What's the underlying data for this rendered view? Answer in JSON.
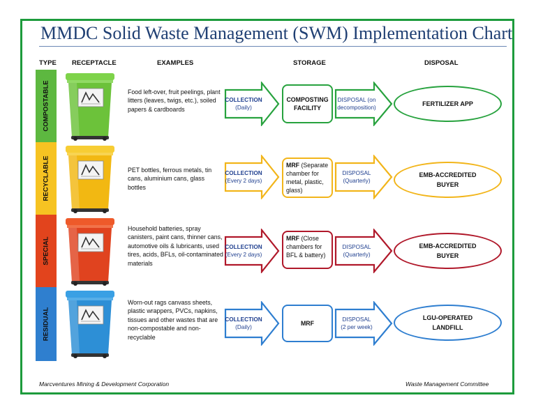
{
  "title": "MMDC Solid Waste Management (SWM) Implementation Chart",
  "headers": {
    "type": "TYPE",
    "receptacle": "RECEPTACLE",
    "examples": "EXAMPLES",
    "storage": "STORAGE",
    "disposal": "DISPOSAL"
  },
  "rows": [
    {
      "type": "COMPOSTABLE",
      "color": "#5db840",
      "bin_body": "#6cc23a",
      "bin_lid": "#7ed34a",
      "examples": "Food left-over, fruit peelings, plant litters (leaves, twigs, etc.), soiled papers & cardboards",
      "collection_label": "COLLECTION",
      "collection_freq": "(Daily)",
      "storage_bold": "COMPOSTING FACILITY",
      "storage_rest": "",
      "disposal_label": "DISPOSAL (on decomposition)",
      "disposal_freq": "",
      "destination": "FERTILIZER APP",
      "outline": "#27a23e"
    },
    {
      "type": "RECYCLABLE",
      "color": "#f6c322",
      "bin_body": "#f2b812",
      "bin_lid": "#f7cd34",
      "examples": "PET bottles, ferrous metals, tin cans, aluminium cans, glass bottles",
      "collection_label": "COLLECTION",
      "collection_freq": "(Every 2 days)",
      "storage_bold": "MRF",
      "storage_rest": " (Separate chamber for metal, plastic, glass)",
      "disposal_label": "DISPOSAL",
      "disposal_freq": "(Quarterly)",
      "destination": "EMB-ACCREDITED BUYER",
      "outline": "#f2b51a"
    },
    {
      "type": "SPECIAL",
      "color": "#e2441d",
      "bin_body": "#e0431f",
      "bin_lid": "#ee5a2a",
      "examples": "Household batteries, spray canisters, paint cans, thinner cans, automotive oils & lubricants, used tires, acids, BFLs, oil-contaminated materials",
      "collection_label": "COLLECTION",
      "collection_freq": "(Every 2 days)",
      "storage_bold": "MRF",
      "storage_rest": " (Close chambers for BFL & battery)",
      "disposal_label": "DISPOSAL",
      "disposal_freq": "(Quarterly)",
      "destination": "EMB-ACCREDITED BUYER",
      "outline": "#b0182a"
    },
    {
      "type": "RESIDUAL",
      "color": "#2f7fcf",
      "bin_body": "#2d8fd6",
      "bin_lid": "#3aa0e4",
      "examples": "Worn-out rags canvass sheets, plastic wrappers, PVCs, napkins, tissues and other wastes that are non-compostable and non-recyclable",
      "collection_label": "COLLECTION",
      "collection_freq": "(Daily)",
      "storage_bold": "MRF",
      "storage_rest": "",
      "disposal_label": "DISPOSAL",
      "disposal_freq": "(2 per week)",
      "destination": "LGU-OPERATED LANDFILL",
      "outline": "#2e7ed0"
    }
  ],
  "footer": {
    "left": "Marcventures Mining & Development Corporation",
    "right": "Waste Management Committee"
  },
  "colors": {
    "frame": "#1d9b3c",
    "title": "#1f3f73",
    "arrow_text": "#1f3f8f"
  },
  "icons": {
    "bin": "wheelie-bin-icon",
    "arrow": "right-arrow-icon"
  }
}
